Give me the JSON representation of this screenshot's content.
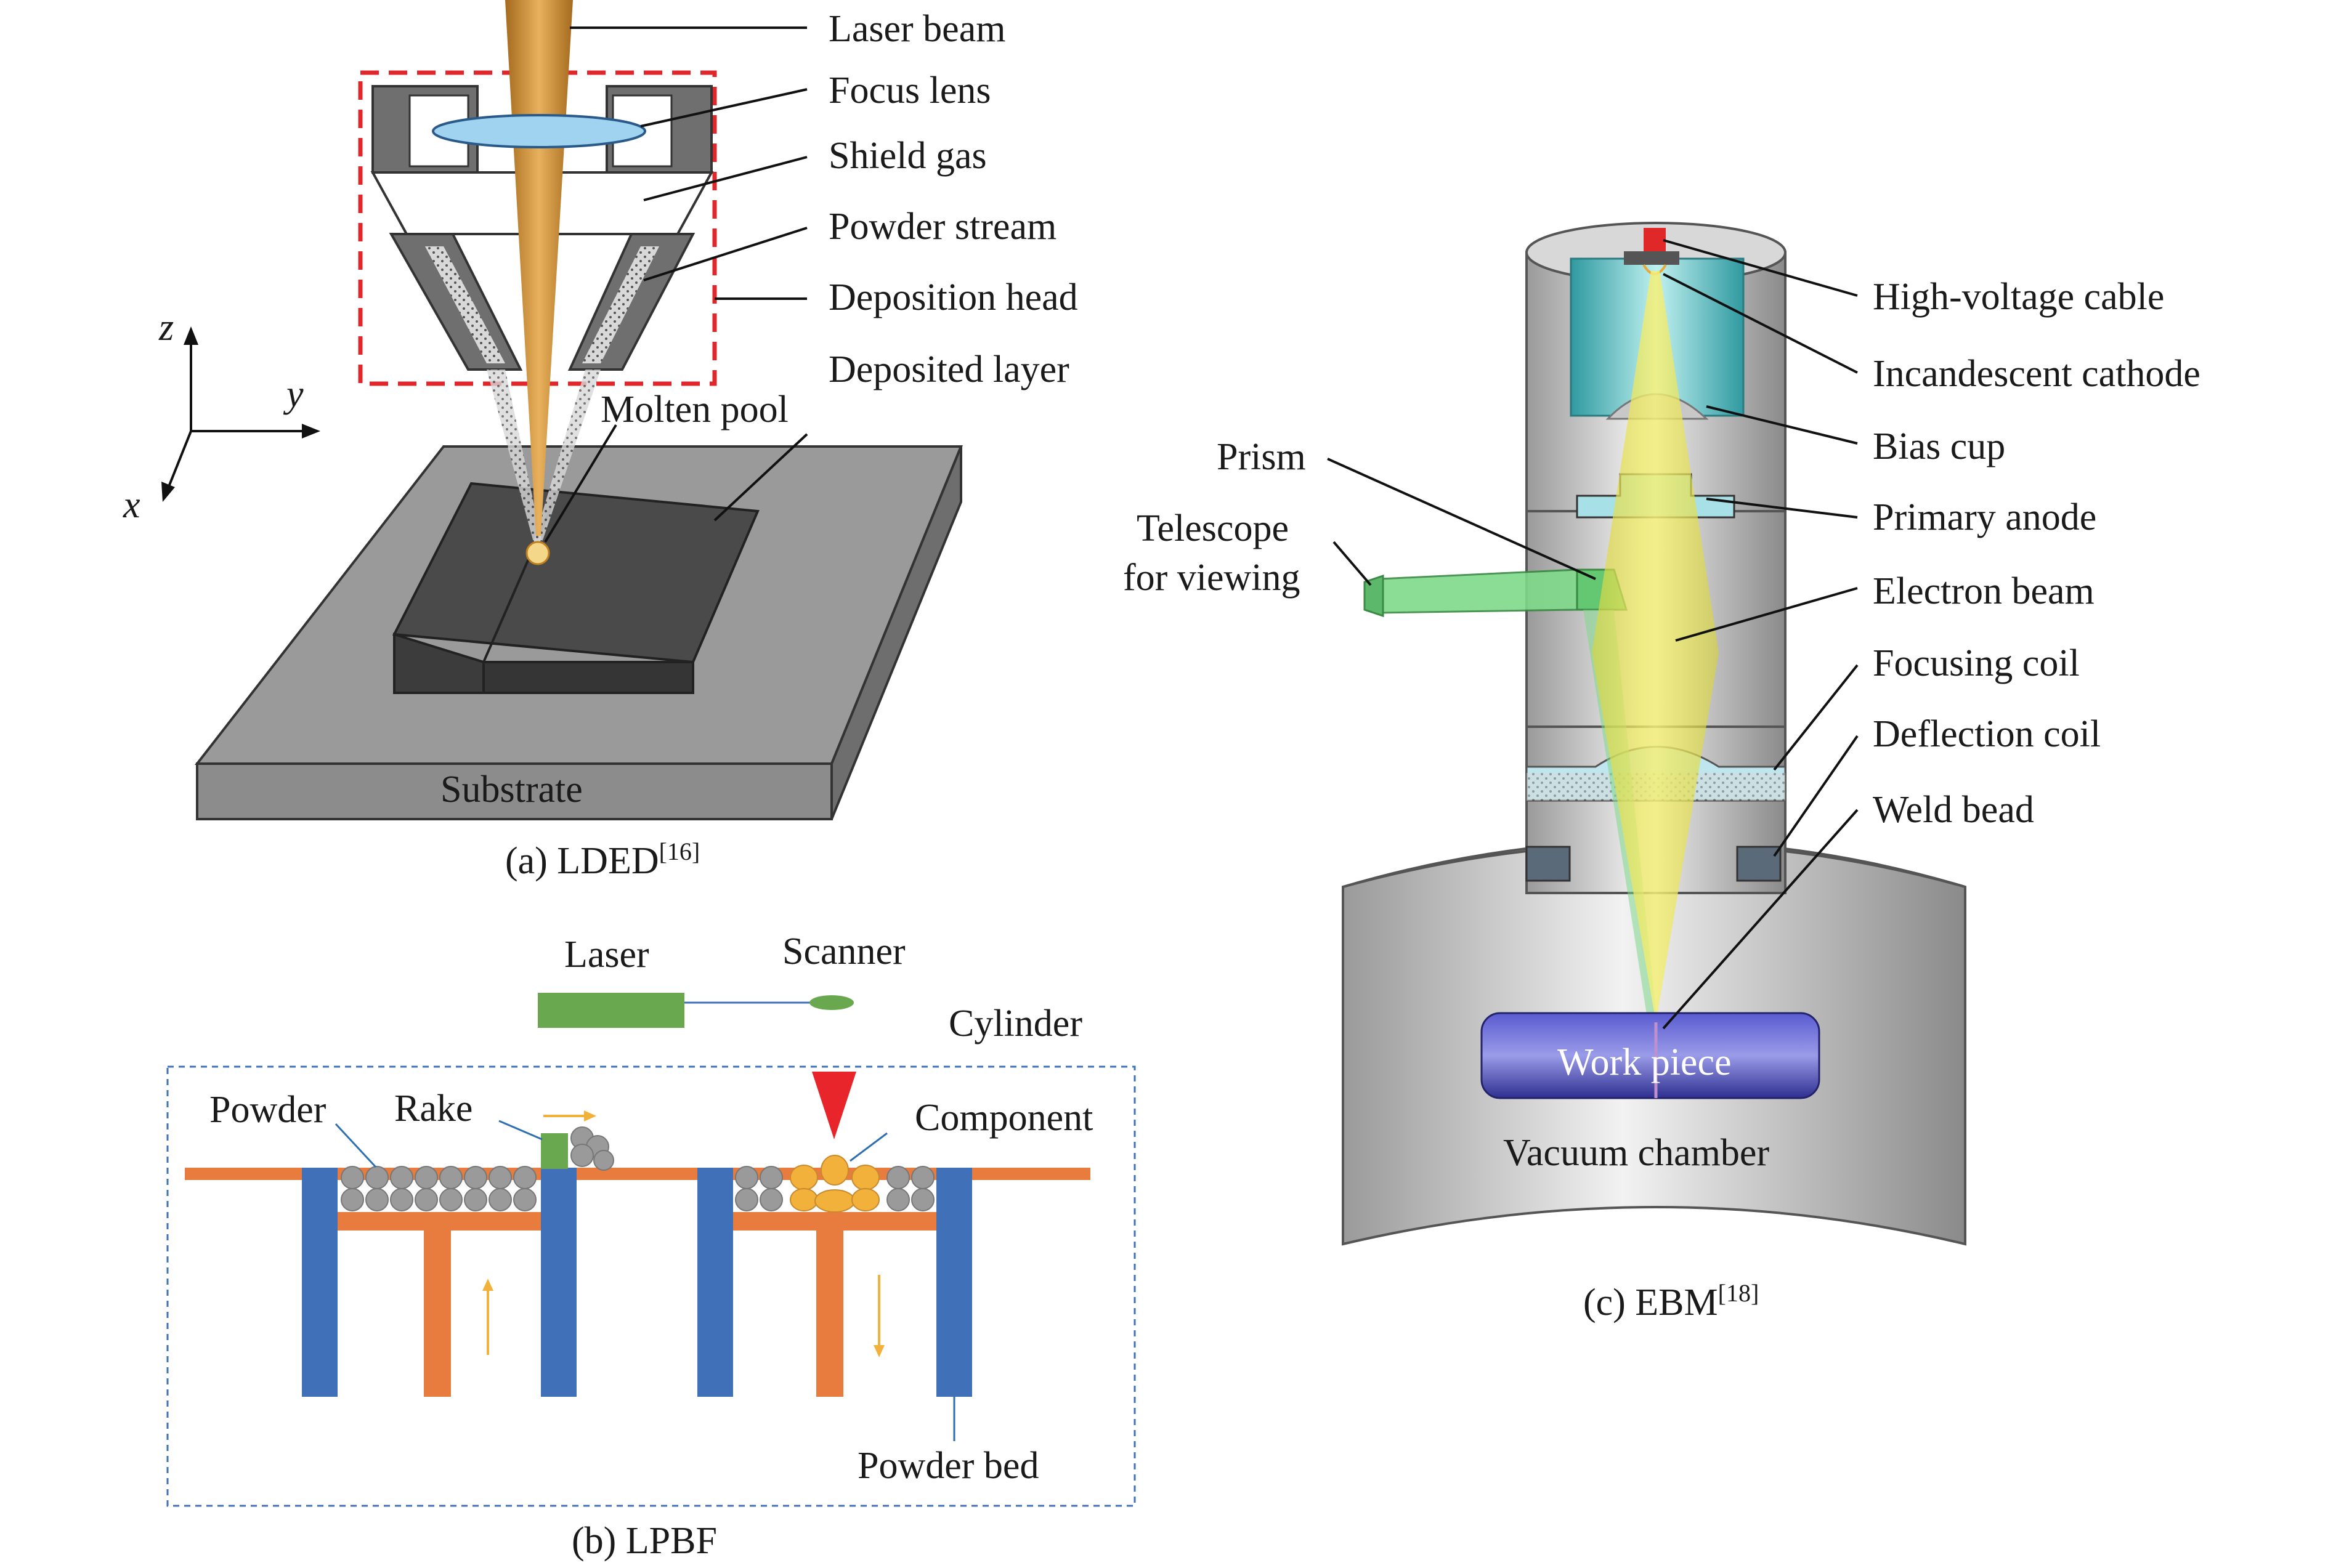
{
  "figure": {
    "ldedLabels": {
      "laser_beam": "Laser beam",
      "focus_lens": "Focus lens",
      "shield_gas": "Shield gas",
      "powder_stream": "Powder stream",
      "deposition_head": "Deposition head",
      "deposited_layer": "Deposited layer",
      "molten_pool": "Molten pool",
      "substrate": "Substrate",
      "axis_z": "z",
      "axis_y": "y",
      "axis_x": "x"
    },
    "ldedCaption": {
      "text": "(a) LDED",
      "ref": "[16]"
    },
    "lpbfLabels": {
      "laser": "Laser",
      "scanner": "Scanner",
      "cylinder": "Cylinder",
      "powder": "Powder",
      "rake": "Rake",
      "component": "Component",
      "powder_bed": "Powder bed"
    },
    "lpbfCaption": {
      "text": "(b) LPBF"
    },
    "ebmLabels": {
      "high_voltage_cable": "High-voltage cable",
      "incandescent_cathode": "Incandescent cathode",
      "bias_cup": "Bias cup",
      "primary_anode": "Primary anode",
      "electron_beam": "Electron beam",
      "focusing_coil": "Focusing coil",
      "deflection_coil": "Deflection coil",
      "weld_bead": "Weld bead",
      "prism": "Prism",
      "telescope_line1": "Telescope",
      "telescope_line2": "for viewing",
      "work_piece": "Work piece",
      "vacuum_chamber": "Vacuum chamber"
    },
    "ebmCaption": {
      "text": "(c) EBM",
      "ref": "[18]"
    },
    "colors": {
      "laser": "#c98a2e",
      "dashed_box": "#e0282c",
      "substrate": "#8c8c8c",
      "lpbf_blue": "#3f70b8",
      "lpbf_orange": "#e87b3e",
      "lpbf_green": "#6aa84f",
      "powder": "#9a9a9a",
      "component": "#f2b13a",
      "beam_yellow": "#e6e24a",
      "workpiece": "#3f40b0",
      "chamber_grey": "#bdbdbd",
      "cathode_teal": "#4fbfbf"
    }
  }
}
